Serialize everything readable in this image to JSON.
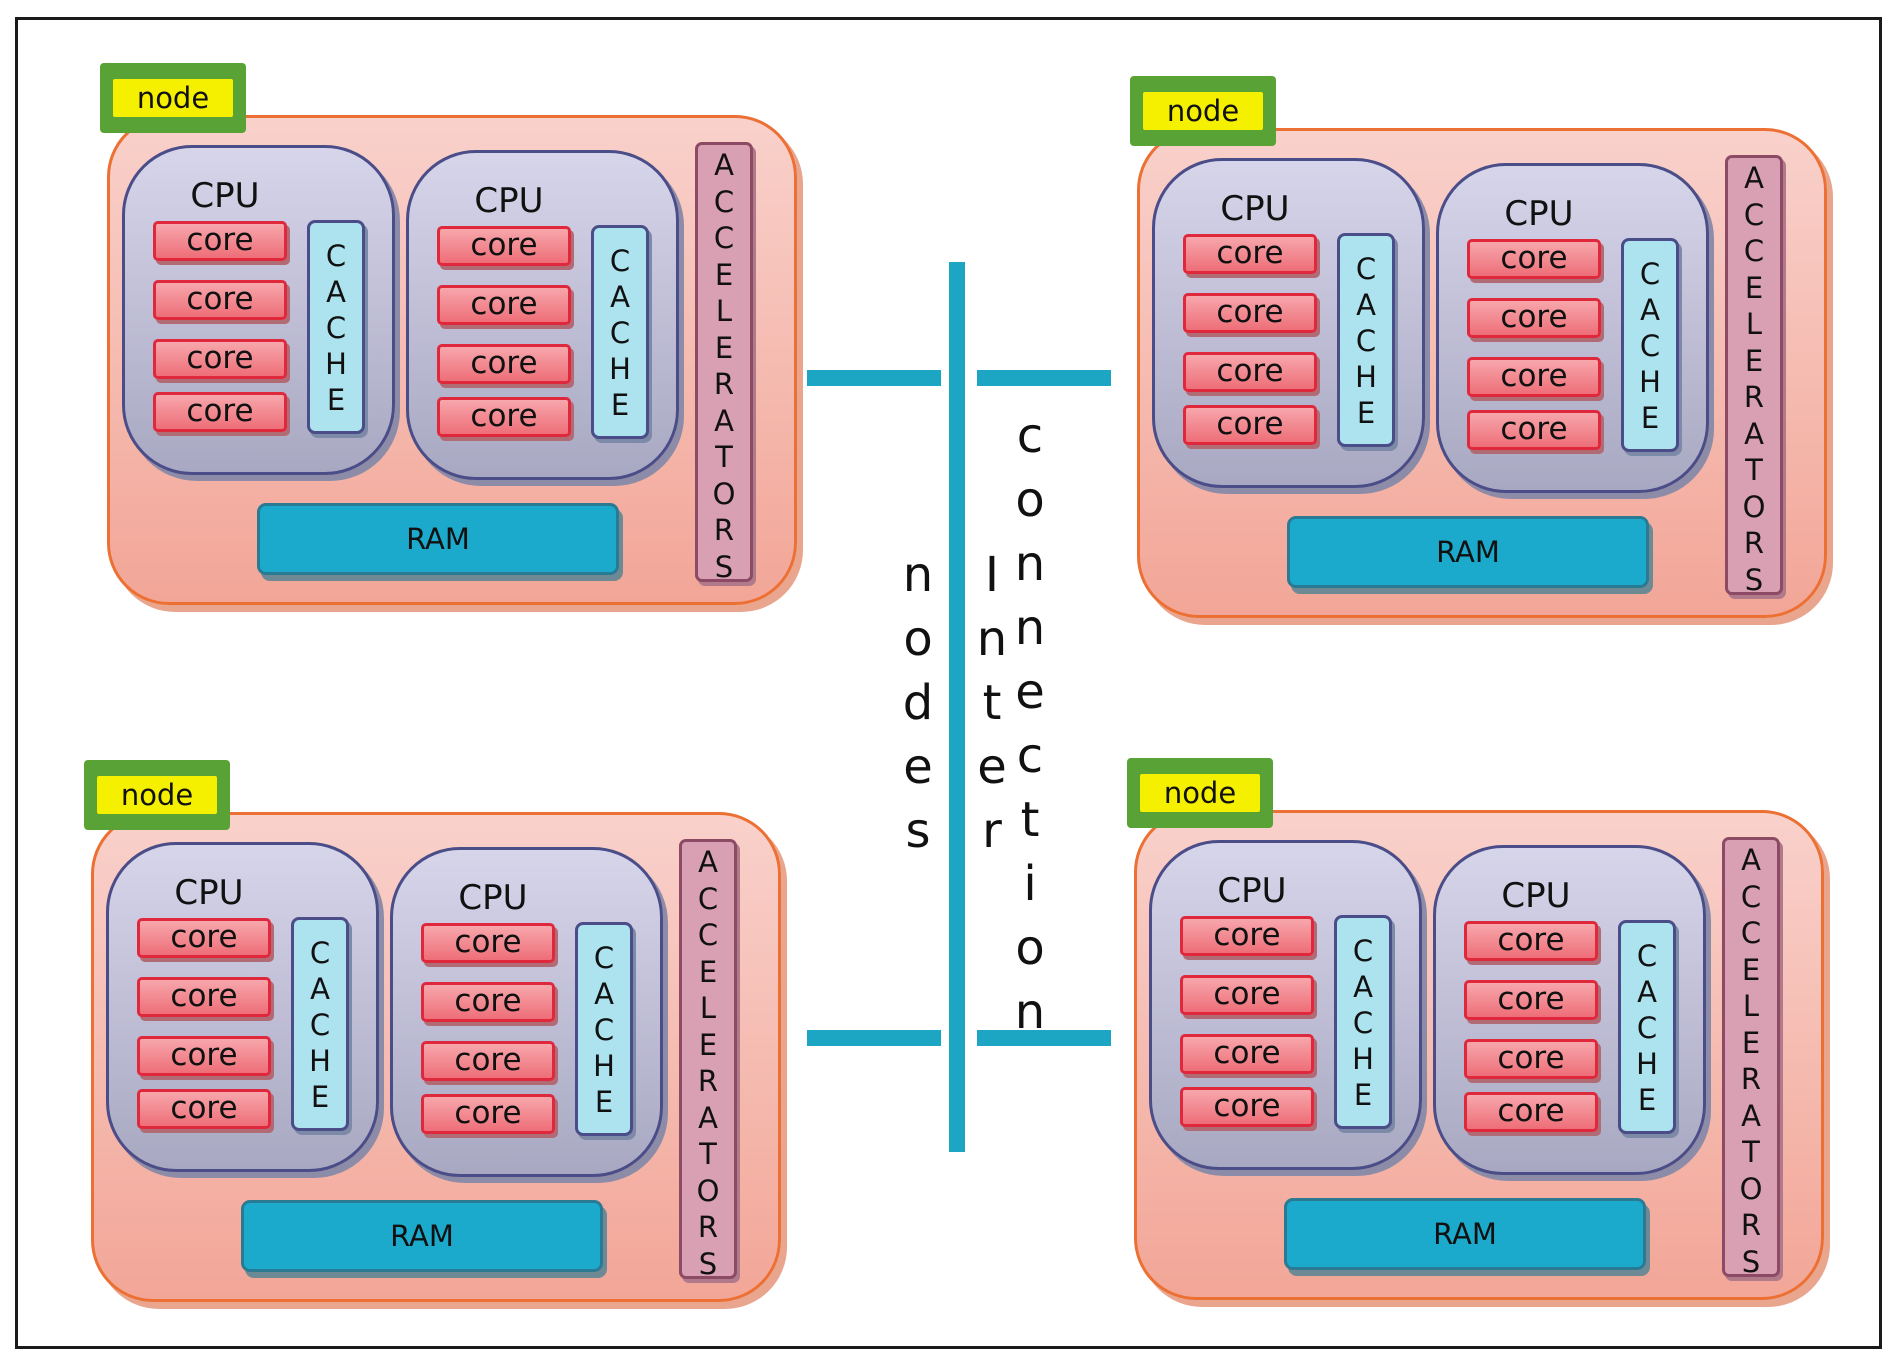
{
  "nodes": [
    {
      "tag": "node",
      "cpus": [
        {
          "label": "CPU",
          "cores": [
            "core",
            "core",
            "core",
            "core"
          ],
          "cache": [
            "C",
            "A",
            "C",
            "H",
            "E"
          ]
        },
        {
          "label": "CPU",
          "cores": [
            "core",
            "core",
            "core",
            "core"
          ],
          "cache": [
            "C",
            "A",
            "C",
            "H",
            "E"
          ]
        }
      ],
      "ram": "RAM",
      "accelerators": [
        "A",
        "C",
        "C",
        "E",
        "L",
        "E",
        "R",
        "A",
        "T",
        "O",
        "R",
        "S"
      ]
    },
    {
      "tag": "node",
      "cpus": [
        {
          "label": "CPU",
          "cores": [
            "core",
            "core",
            "core",
            "core"
          ],
          "cache": [
            "C",
            "A",
            "C",
            "H",
            "E"
          ]
        },
        {
          "label": "CPU",
          "cores": [
            "core",
            "core",
            "core",
            "core"
          ],
          "cache": [
            "C",
            "A",
            "C",
            "H",
            "E"
          ]
        }
      ],
      "ram": "RAM",
      "accelerators": [
        "A",
        "C",
        "C",
        "E",
        "L",
        "E",
        "R",
        "A",
        "T",
        "O",
        "R",
        "S"
      ]
    },
    {
      "tag": "node",
      "cpus": [
        {
          "label": "CPU",
          "cores": [
            "core",
            "core",
            "core",
            "core"
          ],
          "cache": [
            "C",
            "A",
            "C",
            "H",
            "E"
          ]
        },
        {
          "label": "CPU",
          "cores": [
            "core",
            "core",
            "core",
            "core"
          ],
          "cache": [
            "C",
            "A",
            "C",
            "H",
            "E"
          ]
        }
      ],
      "ram": "RAM",
      "accelerators": [
        "A",
        "C",
        "C",
        "E",
        "L",
        "E",
        "R",
        "A",
        "T",
        "O",
        "R",
        "S"
      ]
    },
    {
      "tag": "node",
      "cpus": [
        {
          "label": "CPU",
          "cores": [
            "core",
            "core",
            "core",
            "core"
          ],
          "cache": [
            "C",
            "A",
            "C",
            "H",
            "E"
          ]
        },
        {
          "label": "CPU",
          "cores": [
            "core",
            "core",
            "core",
            "core"
          ],
          "cache": [
            "C",
            "A",
            "C",
            "H",
            "E"
          ]
        }
      ],
      "ram": "RAM",
      "accelerators": [
        "A",
        "C",
        "C",
        "E",
        "L",
        "E",
        "R",
        "A",
        "T",
        "O",
        "R",
        "S"
      ]
    }
  ],
  "interconnect": {
    "word1": [
      "n",
      "o",
      "d",
      "e",
      "s"
    ],
    "word2": [
      "I",
      "n",
      "t",
      "e",
      "r"
    ],
    "word3": [
      "c",
      "o",
      "n",
      "n",
      "e",
      "c",
      "t",
      "i",
      "o",
      "n"
    ]
  },
  "colors": {
    "node_border": "#ec7033",
    "node_fill": "#f5b3a8",
    "tag_outer": "#58a236",
    "tag_inner": "#f4f000",
    "cpu_fill": "#c3c2dc",
    "core_fill": "#f08890",
    "cache_fill": "#ade3ef",
    "ram_fill": "#1caacc",
    "accelerators_fill": "#d8a0b2",
    "interconnect": "#1da5c4"
  }
}
